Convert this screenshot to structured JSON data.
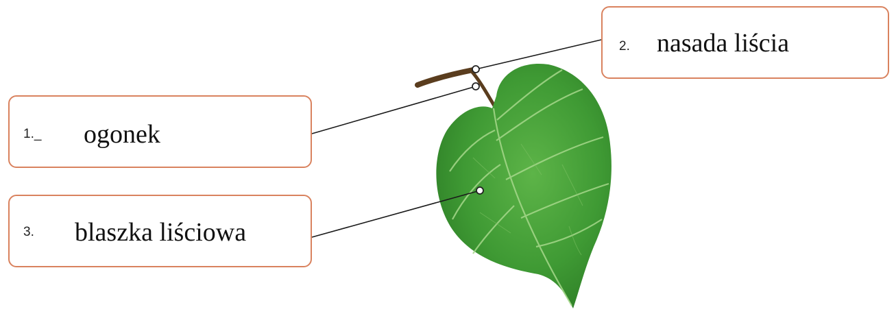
{
  "labels": [
    {
      "number": "1._",
      "text": "ogonek"
    },
    {
      "number": "2.",
      "text": "nasada liścia"
    },
    {
      "number": "3.",
      "text": "blaszka liściowa"
    }
  ],
  "colors": {
    "box_border": "#d9825e",
    "leaf": "#3f9a34",
    "leaf_vein": "#a6d88b",
    "petiole": "#5a3d1e",
    "leader_line": "#1a1a1a"
  },
  "icons": {
    "leaf": "linden-leaf-illustration"
  }
}
